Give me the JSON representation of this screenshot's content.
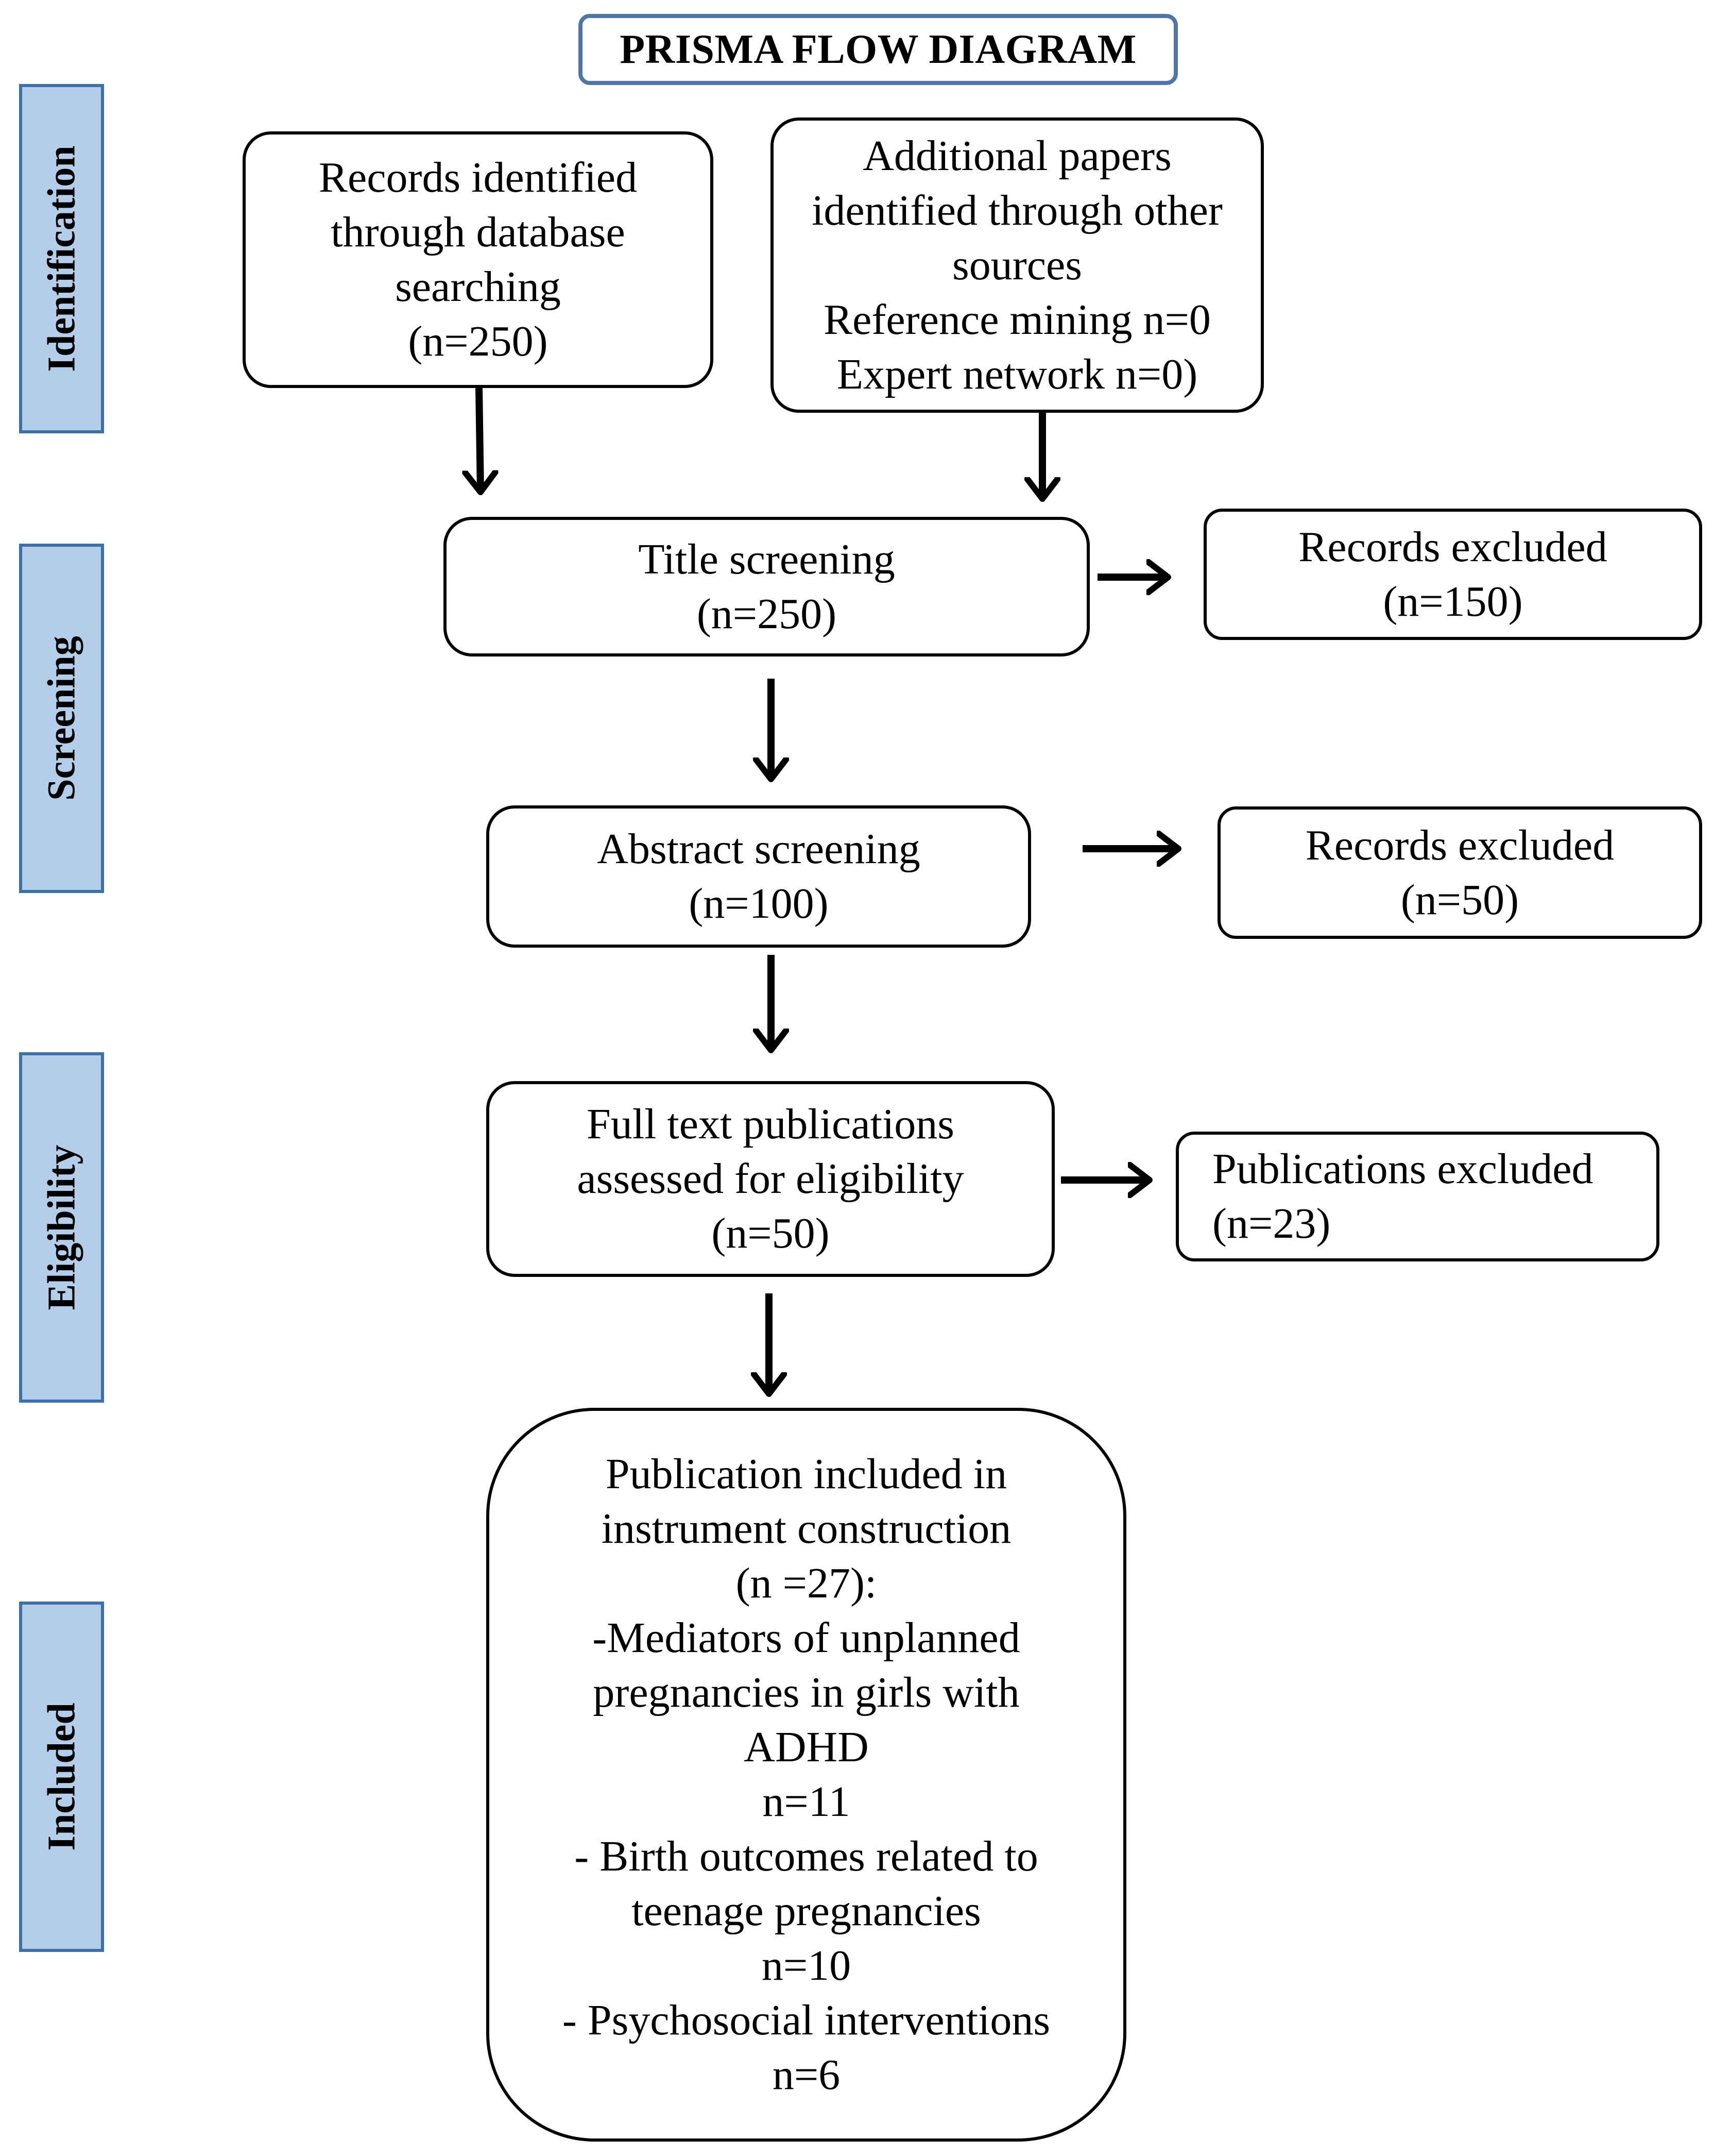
{
  "diagram": {
    "title": "PRISMA FLOW DIAGRAM",
    "stages": {
      "identification": "Identification",
      "screening": "Screening",
      "eligibility": "Eligibility",
      "included": "Included"
    },
    "boxes": {
      "database_records": [
        "Records identified",
        "through database",
        "searching",
        "(n=250)"
      ],
      "other_sources": [
        "Additional papers",
        "identified through other",
        "sources",
        "Reference mining n=0",
        "Expert network n=0)"
      ],
      "title_screening": [
        "Title screening",
        "(n=250)"
      ],
      "excluded_title": [
        "Records excluded",
        "(n=150)"
      ],
      "abstract_screening": [
        "Abstract screening",
        "(n=100)"
      ],
      "excluded_abstract": [
        "Records excluded",
        "(n=50)"
      ],
      "full_text": [
        "Full text publications",
        "assessed for eligibility",
        "(n=50)"
      ],
      "excluded_full_text": [
        "Publications excluded",
        "(n=23)"
      ],
      "included": [
        "Publication included in",
        "instrument construction",
        "(n =27):",
        "-Mediators of unplanned",
        "pregnancies in girls with",
        "ADHD",
        "n=11",
        "- Birth outcomes related to",
        "teenage pregnancies",
        "n=10",
        "- Psychosocial interventions",
        "n=6"
      ]
    }
  }
}
